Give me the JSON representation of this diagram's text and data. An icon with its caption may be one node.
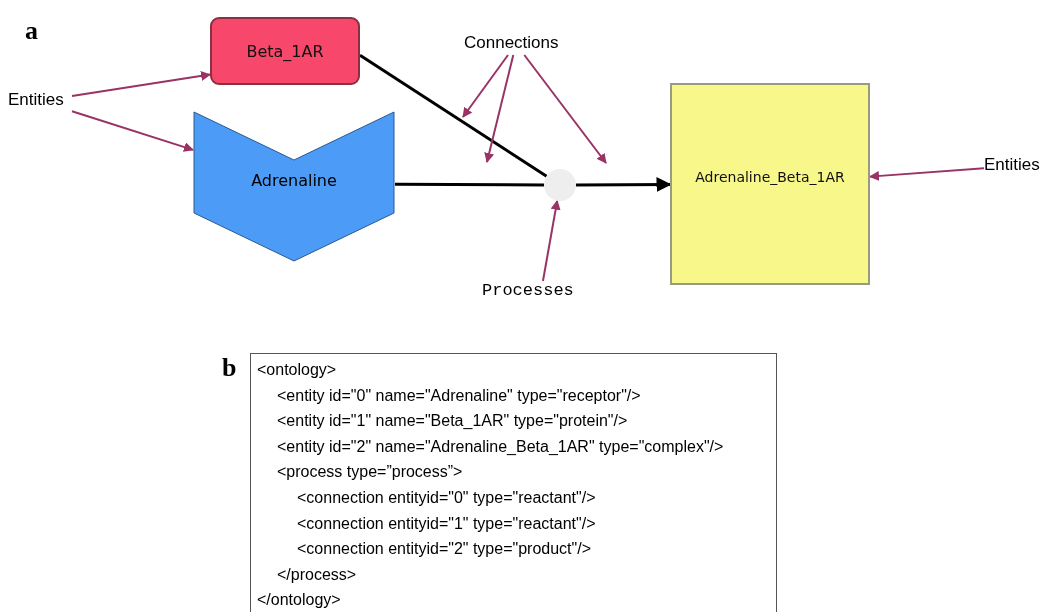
{
  "diagram": {
    "nodes": [
      {
        "text": [
          "Beta_1AR"
        ]
      },
      {
        "text": [
          "Adrenaline"
        ]
      },
      {
        "text": [],
        "shape": "circle"
      },
      {
        "text": [
          "Adrenaline_Beta_1AR"
        ]
      },
      {
        "text": [
          "Entities"
        ]
      },
      {
        "text": [
          "Connections"
        ]
      },
      {
        "text": [
          "Processes"
        ]
      },
      {
        "text": [
          "Entities"
        ]
      },
      {
        "text": [
          "<ontology>",
          "<entity id=\"0\" name=\"Adrenaline\" type=\"receptor\"/>",
          "<entity id=\"1\" name=\"Beta_1AR\" type=\"protein\"/>",
          "<entity id=\"2\" name=\"Adrenaline_Beta_1AR\" type=\"complex\"/>",
          "<process type=”process”>",
          "<connection entityid=\"0\" type=\"reactant\"/>",
          "<connection entityid=\"1\" type=\"reactant\"/>",
          "<connection entityid=\"2\" type=\"product\"/>",
          "</process>",
          "</ontology>"
        ]
      }
    ],
    "edges": [
      {
        "from": 0,
        "to": 2,
        "arrow": "none",
        "color": "#000000"
      },
      {
        "from": 1,
        "to": 2,
        "arrow": "none",
        "color": "#000000"
      },
      {
        "from": 2,
        "to": 3,
        "arrow": "to",
        "color": "#000000"
      },
      {
        "from": 4,
        "to": 0,
        "arrow": "to"
      },
      {
        "from": 4,
        "to": 1,
        "arrow": "to"
      },
      {
        "from": 5,
        "to": null,
        "arrow": "to"
      },
      {
        "from": 5,
        "to": null,
        "arrow": "to"
      },
      {
        "from": 5,
        "to": null,
        "arrow": "to"
      },
      {
        "from": 6,
        "to": 2,
        "arrow": "to"
      },
      {
        "from": 7,
        "to": 3,
        "arrow": "to"
      }
    ],
    "labels": [
      "a",
      "b"
    ]
  }
}
